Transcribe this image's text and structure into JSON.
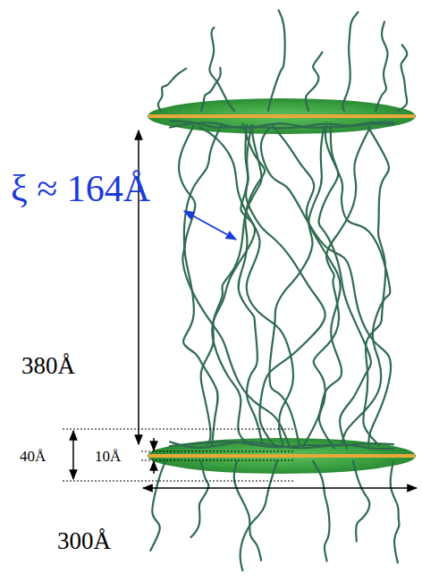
{
  "diagram": {
    "labels": [
      "ξ ≈ 164Å",
      "380Å",
      "40Å",
      "10Å",
      "300Å"
    ]
  }
}
